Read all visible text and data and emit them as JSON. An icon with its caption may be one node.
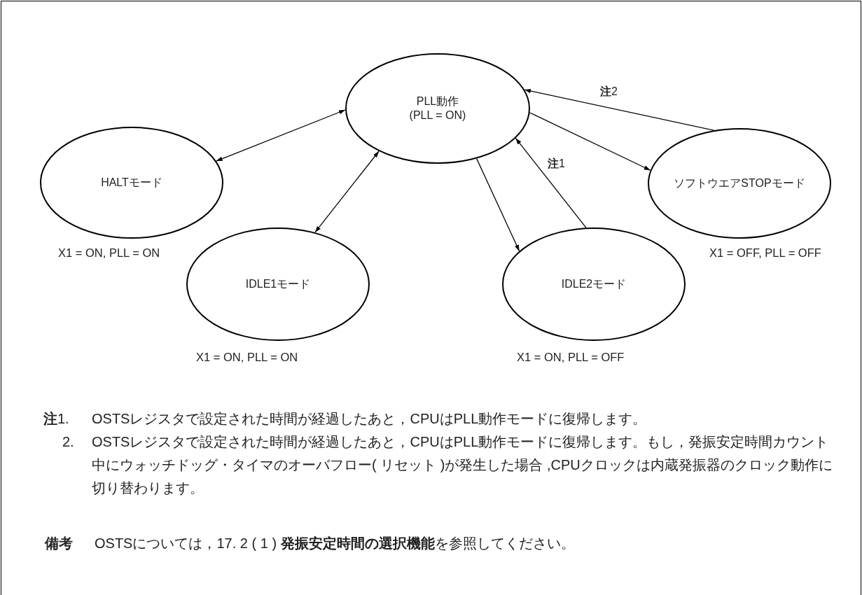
{
  "diagram": {
    "nodes": [
      {
        "text": [
          "PLL動作",
          "(PLL = ON)"
        ]
      },
      {
        "text": [
          "HALTモード"
        ],
        "beside": [
          "X1 = ON, PLL = ON"
        ]
      },
      {
        "text": [
          "IDLE1モード"
        ],
        "beside": [
          "X1 = ON, PLL = ON"
        ]
      },
      {
        "text": [
          "IDLE2モード"
        ],
        "beside": [
          "X1 = ON, PLL = OFF"
        ]
      },
      {
        "text": [
          "ソフトウエアSTOPモード"
        ],
        "beside": [
          "X1 = OFF, PLL = OFF"
        ]
      }
    ],
    "edges": [
      {
        "from": 1,
        "to": 0,
        "arrow": "both"
      },
      {
        "from": 2,
        "to": 0,
        "arrow": "both"
      },
      {
        "from": 0,
        "to": 3,
        "arrow": "to"
      },
      {
        "from": 3,
        "to": 0,
        "arrow": "to",
        "label": "**注**1"
      },
      {
        "from": 0,
        "to": 4,
        "arrow": "to"
      },
      {
        "from": 4,
        "to": 0,
        "arrow": "to",
        "label": "**注**2"
      }
    ],
    "labels": [
      "**注**1.",
      "OSTSレジスタで設定された時間が経過したあと，CPUはPLL動作モードに復帰します。",
      "2.",
      "OSTSレジスタで設定された時間が経過したあと，CPUはPLL動作モードに復帰します。もし，発振安定時間カウント中にウォッチドッグ・タイマのオーバフロー( リセット )が発生した場合 ,CPUクロックは内蔵発振器のクロック動作に切り替わります。",
      "**備考**",
      "OSTSについては，17. 2 ( 1 ) **発振安定時間の選択機能**を参照してください。"
    ]
  }
}
